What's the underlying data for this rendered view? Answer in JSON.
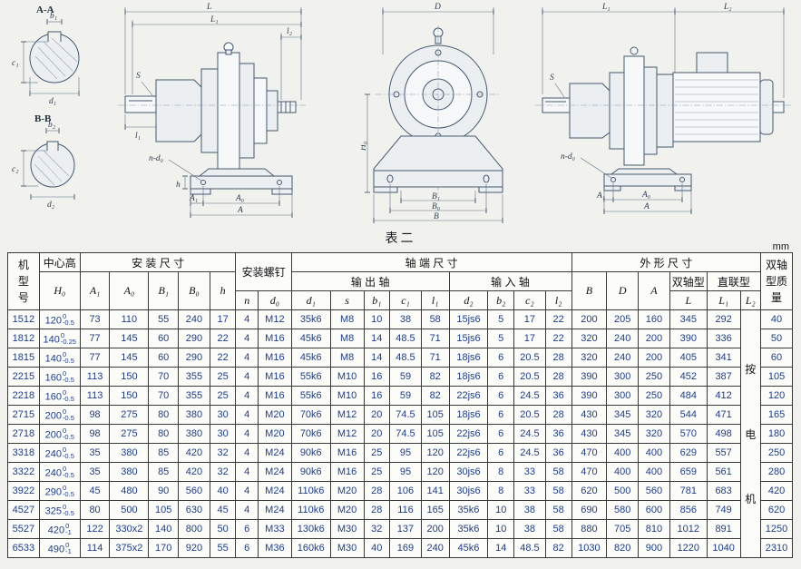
{
  "page": {
    "table_title": "表二",
    "unit_label": "mm"
  },
  "drawings": {
    "section_a": {
      "title": "A-A",
      "b": "b₁",
      "c": "c₁",
      "d": "d₁"
    },
    "section_b": {
      "title": "B-B",
      "b": "b₂",
      "c": "c₂",
      "d": "d₂"
    },
    "side_view": {
      "L": "L",
      "L1": "L₁",
      "l2": "l₂",
      "S": "S",
      "h": "h",
      "holes": "n-d₀",
      "l1": "l₁",
      "A1": "A₁",
      "A0": "A₀",
      "A": "A"
    },
    "front_view": {
      "D": "D",
      "H0": "H₀",
      "B1": "B₁",
      "B0": "B₀",
      "B": "B"
    },
    "direct_view": {
      "L1": "L₁",
      "L2": "L₂",
      "S": "S",
      "holes": "n-d₀",
      "A1": "A₁",
      "A0": "A₀",
      "A": "A"
    }
  },
  "table": {
    "header": {
      "model": "机型号",
      "center_height": "中心高",
      "center_height_sym": "H₀",
      "install_dims": "安  装  尺  寸",
      "install_cols": [
        "A₁",
        "A₀",
        "B₁",
        "B₀",
        "h"
      ],
      "install_screw": "安装螺钉",
      "screw_cols": [
        "n",
        "d₀"
      ],
      "shaft_dims": "轴    端    尺    寸",
      "output_shaft": "输  出  轴",
      "output_cols": [
        "d₁",
        "s",
        "b₁",
        "c₁",
        "l₁"
      ],
      "input_shaft": "输  入  轴",
      "input_cols": [
        "d₂",
        "b₂",
        "c₂",
        "l₂"
      ],
      "outline_dims": "外  形  尺  寸",
      "outline_cols": [
        "B",
        "D",
        "A"
      ],
      "double_shaft": "双轴型",
      "double_col": "L",
      "direct_type": "直联型",
      "direct_cols": [
        "L₁",
        "L₂"
      ],
      "mass": "双轴型质量"
    },
    "l2_note": "按电机",
    "rows": [
      {
        "model": "1512",
        "h0": "120",
        "tu": "0",
        "tl": "-0.5",
        "cells": [
          "73",
          "110",
          "55",
          "240",
          "17",
          "4",
          "M12",
          "35k6",
          "M8",
          "10",
          "38",
          "58",
          "15js6",
          "5",
          "17",
          "22",
          "200",
          "205",
          "160",
          "345",
          "292",
          "40"
        ]
      },
      {
        "model": "1812",
        "h0": "140",
        "tu": "0",
        "tl": "-0.25",
        "cells": [
          "77",
          "145",
          "60",
          "290",
          "22",
          "4",
          "M16",
          "45k6",
          "M8",
          "14",
          "48.5",
          "71",
          "15js6",
          "5",
          "17",
          "22",
          "320",
          "240",
          "200",
          "390",
          "336",
          "50"
        ]
      },
      {
        "model": "1815",
        "h0": "140",
        "tu": "0",
        "tl": "-0.5",
        "cells": [
          "77",
          "145",
          "60",
          "290",
          "22",
          "4",
          "M16",
          "45k6",
          "M8",
          "14",
          "48.5",
          "71",
          "18js6",
          "6",
          "20.5",
          "28",
          "320",
          "240",
          "200",
          "405",
          "341",
          "60"
        ]
      },
      {
        "model": "2215",
        "h0": "160",
        "tu": "0",
        "tl": "-0.5",
        "cells": [
          "113",
          "150",
          "70",
          "355",
          "25",
          "4",
          "M16",
          "55k6",
          "M10",
          "16",
          "59",
          "82",
          "18js6",
          "6",
          "20.5",
          "28",
          "390",
          "300",
          "250",
          "452",
          "387",
          "105"
        ]
      },
      {
        "model": "2218",
        "h0": "160",
        "tu": "0",
        "tl": "-0.5",
        "cells": [
          "113",
          "150",
          "70",
          "355",
          "25",
          "4",
          "M16",
          "55k6",
          "M10",
          "16",
          "59",
          "82",
          "22js6",
          "6",
          "24.5",
          "36",
          "390",
          "300",
          "250",
          "484",
          "412",
          "120"
        ]
      },
      {
        "model": "2715",
        "h0": "200",
        "tu": "0",
        "tl": "-0.5",
        "cells": [
          "98",
          "275",
          "80",
          "380",
          "30",
          "4",
          "M20",
          "70k6",
          "M12",
          "20",
          "74.5",
          "105",
          "18js6",
          "6",
          "20.5",
          "28",
          "430",
          "345",
          "320",
          "544",
          "471",
          "165"
        ]
      },
      {
        "model": "2718",
        "h0": "200",
        "tu": "0",
        "tl": "-0.5",
        "cells": [
          "98",
          "275",
          "80",
          "380",
          "30",
          "4",
          "M20",
          "70k6",
          "M12",
          "20",
          "74.5",
          "105",
          "22js6",
          "6",
          "24.5",
          "36",
          "430",
          "345",
          "320",
          "570",
          "498",
          "180"
        ]
      },
      {
        "model": "3318",
        "h0": "240",
        "tu": "0",
        "tl": "-0.5",
        "cells": [
          "35",
          "380",
          "85",
          "420",
          "32",
          "4",
          "M24",
          "90k6",
          "M16",
          "25",
          "95",
          "120",
          "22js6",
          "6",
          "24.5",
          "36",
          "470",
          "400",
          "400",
          "629",
          "557",
          "250"
        ]
      },
      {
        "model": "3322",
        "h0": "240",
        "tu": "0",
        "tl": "-0.5",
        "cells": [
          "35",
          "380",
          "85",
          "420",
          "32",
          "4",
          "M24",
          "90k6",
          "M16",
          "25",
          "95",
          "120",
          "30js6",
          "8",
          "33",
          "58",
          "470",
          "400",
          "400",
          "659",
          "561",
          "280"
        ]
      },
      {
        "model": "3922",
        "h0": "290",
        "tu": "0",
        "tl": "-0.5",
        "cells": [
          "45",
          "480",
          "90",
          "560",
          "40",
          "4",
          "M24",
          "110k6",
          "M20",
          "28",
          "106",
          "141",
          "30js6",
          "8",
          "33",
          "58",
          "620",
          "500",
          "560",
          "781",
          "683",
          "420"
        ]
      },
      {
        "model": "4527",
        "h0": "325",
        "tu": "0",
        "tl": "-0.5",
        "cells": [
          "80",
          "500",
          "105",
          "630",
          "45",
          "4",
          "M24",
          "110k6",
          "M20",
          "28",
          "116",
          "165",
          "35k6",
          "10",
          "38",
          "58",
          "690",
          "580",
          "600",
          "856",
          "749",
          "620"
        ]
      },
      {
        "model": "5527",
        "h0": "420",
        "tu": "0",
        "tl": "-1",
        "cells": [
          "122",
          "330x2",
          "140",
          "800",
          "50",
          "6",
          "M33",
          "130k6",
          "M30",
          "32",
          "137",
          "200",
          "35k6",
          "10",
          "38",
          "58",
          "880",
          "705",
          "810",
          "1012",
          "891",
          "1250"
        ]
      },
      {
        "model": "6533",
        "h0": "490",
        "tu": "0",
        "tl": "-1",
        "cells": [
          "114",
          "375x2",
          "170",
          "920",
          "55",
          "6",
          "M36",
          "160k6",
          "M30",
          "40",
          "169",
          "240",
          "45k6",
          "14",
          "48.5",
          "82",
          "1030",
          "820",
          "900",
          "1220",
          "1040",
          "2310"
        ]
      }
    ]
  }
}
